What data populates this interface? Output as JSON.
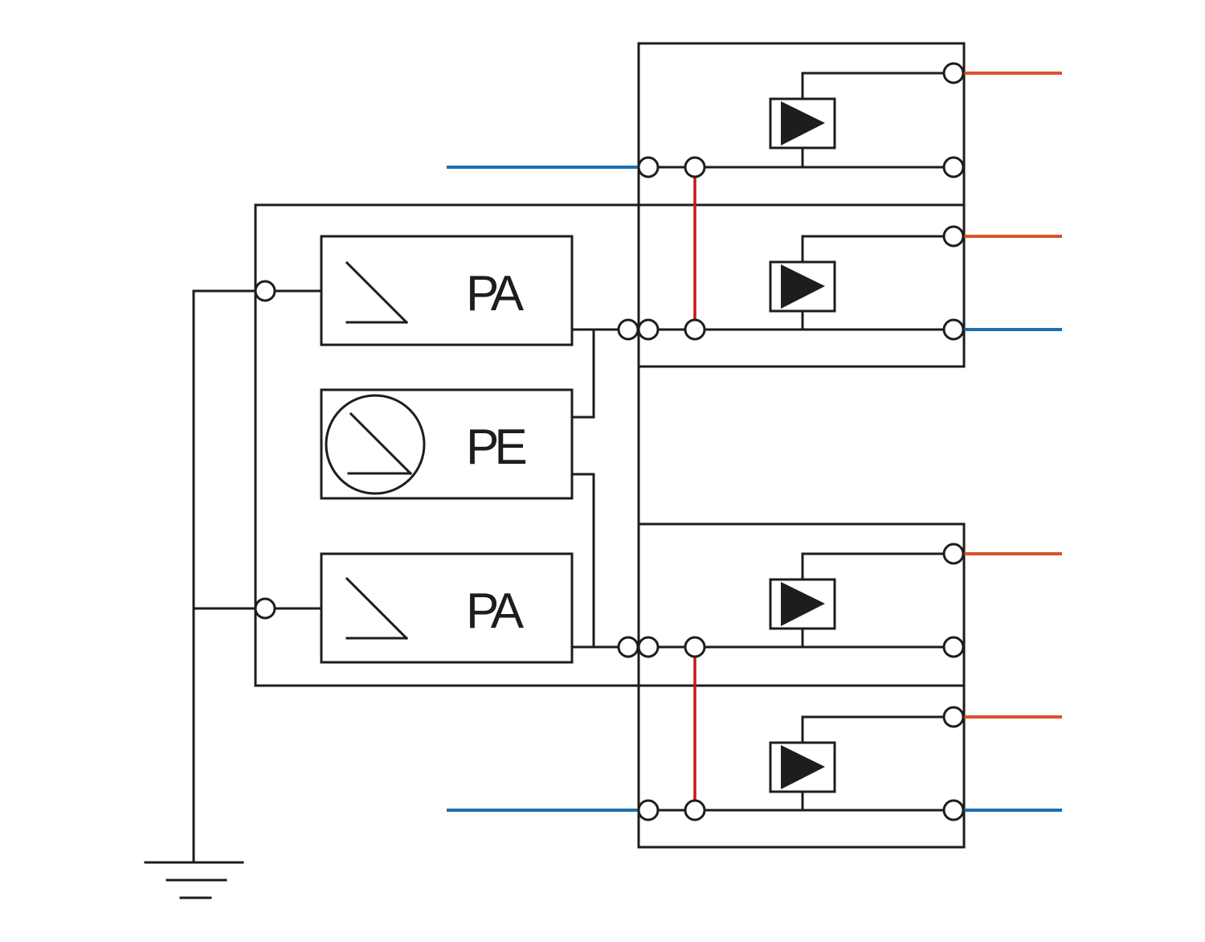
{
  "labels": {
    "arrester_top": "PA",
    "arrester_mid": "PE",
    "arrester_bottom": "PA"
  },
  "colors": {
    "line": "#1d1d1b",
    "wire_orange": "#d9542b",
    "wire_blue": "#1e6fb0",
    "bridge_red": "#c8161d"
  },
  "icons": {
    "module_symbol": "diode-triangle-icon",
    "ground_symbol": "ground-icon",
    "gas_tube_symbol": "circle-arrester-icon",
    "varistor_symbol": "varistor-slash-icon"
  }
}
